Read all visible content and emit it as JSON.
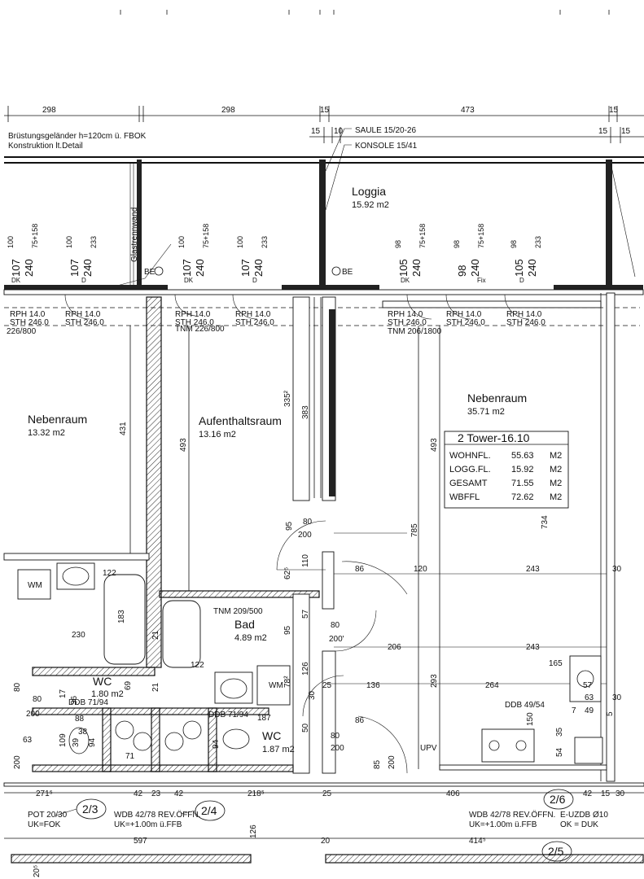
{
  "dims_top": [
    "298",
    "298",
    "15",
    "473",
    "15"
  ],
  "dims_second": [
    "15",
    "10",
    "15",
    "15"
  ],
  "notes": {
    "railing_1": "Brüstungsgeländer h=120cm ü. FBOK",
    "railing_2": "Konstruktion lt.Detail",
    "saule": "SAULE 15/20-26",
    "konsole": "KONSOLE 15/41",
    "glastrennwand": "Glastrennwand",
    "be1": "BE",
    "be2": "BE"
  },
  "windows": [
    {
      "w": "107",
      "h": "240",
      "sub": "100",
      "sub2": "75+158",
      "type": "DK"
    },
    {
      "w": "107",
      "h": "240",
      "sub": "100",
      "sub2": "233",
      "type": "D"
    },
    {
      "w": "107",
      "h": "240",
      "sub": "100",
      "sub2": "75+158",
      "type": "DK"
    },
    {
      "w": "107",
      "h": "240",
      "sub": "100",
      "sub2": "233",
      "type": "D"
    },
    {
      "w": "105",
      "h": "240",
      "sub": "98",
      "sub2": "75+158",
      "type": "DK"
    },
    {
      "w": "98",
      "h": "240",
      "sub": "98",
      "sub2": "75+158",
      "type": "Fix"
    },
    {
      "w": "105",
      "h": "240",
      "sub": "98",
      "sub2": "233",
      "type": "D"
    }
  ],
  "sill_labels": [
    "RPH 14.0",
    "STH 246.0"
  ],
  "openings": [
    "226/800",
    "TNM 226/800",
    "TNM 206/1800",
    "TNM 209/500"
  ],
  "rooms": {
    "loggia": {
      "name": "Loggia",
      "area": "15.92 m2"
    },
    "neben1": {
      "name": "Nebenraum",
      "area": "13.32 m2"
    },
    "aufenthalt": {
      "name": "Aufenthaltsraum",
      "area": "13.16 m2"
    },
    "neben2": {
      "name": "Nebenraum",
      "area": "35.71 m2"
    },
    "bad": {
      "name": "Bad",
      "area": "4.89 m2"
    },
    "wc1": {
      "name": "WC",
      "area": "1.80 m2"
    },
    "wc2": {
      "name": "WC",
      "area": "1.87 m2"
    }
  },
  "summary": {
    "title": "2 Tower-16.10",
    "rows": [
      {
        "label": "WOHNFL.",
        "value": "55.63",
        "unit": "M2"
      },
      {
        "label": "LOGG.FL.",
        "value": "15.92",
        "unit": "M2"
      },
      {
        "label": "GESAMT",
        "value": "71.55",
        "unit": "M2"
      },
      {
        "label": "WBFFL",
        "value": "72.62",
        "unit": "M2"
      }
    ]
  },
  "fixtures": {
    "wm1": "WM",
    "wm2": "WM",
    "upv": "UPV",
    "ddb1": "DDB 71/94",
    "ddb2": "DDB 71/94",
    "ddb3": "DDB 49/54"
  },
  "inner_dims": {
    "d431": "431",
    "d493a": "493",
    "d3352": "335²",
    "d383": "383",
    "d493b": "493",
    "d785": "785",
    "d734": "734",
    "d80a": "80",
    "d200a": "200",
    "d95a": "95",
    "d110": "110",
    "d62": "62⁵",
    "d86a": "86",
    "d120": "120",
    "d243a": "243",
    "d30a": "30",
    "d122a": "122",
    "d183": "183",
    "d230": "230",
    "d21a": "21",
    "d57": "57",
    "d95b": "95",
    "d80b": "80",
    "d200b": "200'",
    "d206": "206",
    "d243b": "243",
    "d122b": "122",
    "d126": "126",
    "d78": "78²",
    "d25": "25",
    "d136": "136",
    "d293": "293",
    "d264": "264",
    "d165": "165",
    "d57b": "57",
    "d63": "63",
    "d30b": "30",
    "d7": "7",
    "d49": "49",
    "d5": "5",
    "d80c": "80",
    "d80d": "80",
    "d200c": "200",
    "d63b": "63",
    "d109": "109",
    "d39": "39",
    "d94a": "94",
    "d71": "71",
    "d94b": "94",
    "d187": "187",
    "d50": "50",
    "d80e": "80",
    "d200d": "200",
    "d86b": "86",
    "d150": "150",
    "d54": "54",
    "d35": "35",
    "d85": "85",
    "d200e": "200",
    "d200f": "200",
    "d38": "38",
    "d36": "36",
    "d17": "17",
    "d88": "88",
    "d21b": "21",
    "d30c": "30",
    "d69": "69"
  },
  "dims_bottom": [
    "271⁵",
    "218⁵",
    "25",
    "406",
    "42",
    "15",
    "30",
    "42",
    "23",
    "42"
  ],
  "tags": {
    "t23": "2/3",
    "t24": "2/4",
    "t26": "2/6",
    "t25": "2/5",
    "pot": "POT 20/30",
    "ukfok": "UK=FOK",
    "wdb1": "WDB 42/78 REV.ÖFFN.",
    "uk1": "UK=+1.00m ü.FFB",
    "wdb2": "WDB 42/78 REV.ÖFFN.",
    "uk2": "UK=+1.00m ü.FFB",
    "euzdb": "E-UZDB Ø10",
    "okduk": "OK = DUK"
  },
  "dims_lowest": [
    "597",
    "20",
    "414⁵",
    "126",
    "20⁵"
  ]
}
